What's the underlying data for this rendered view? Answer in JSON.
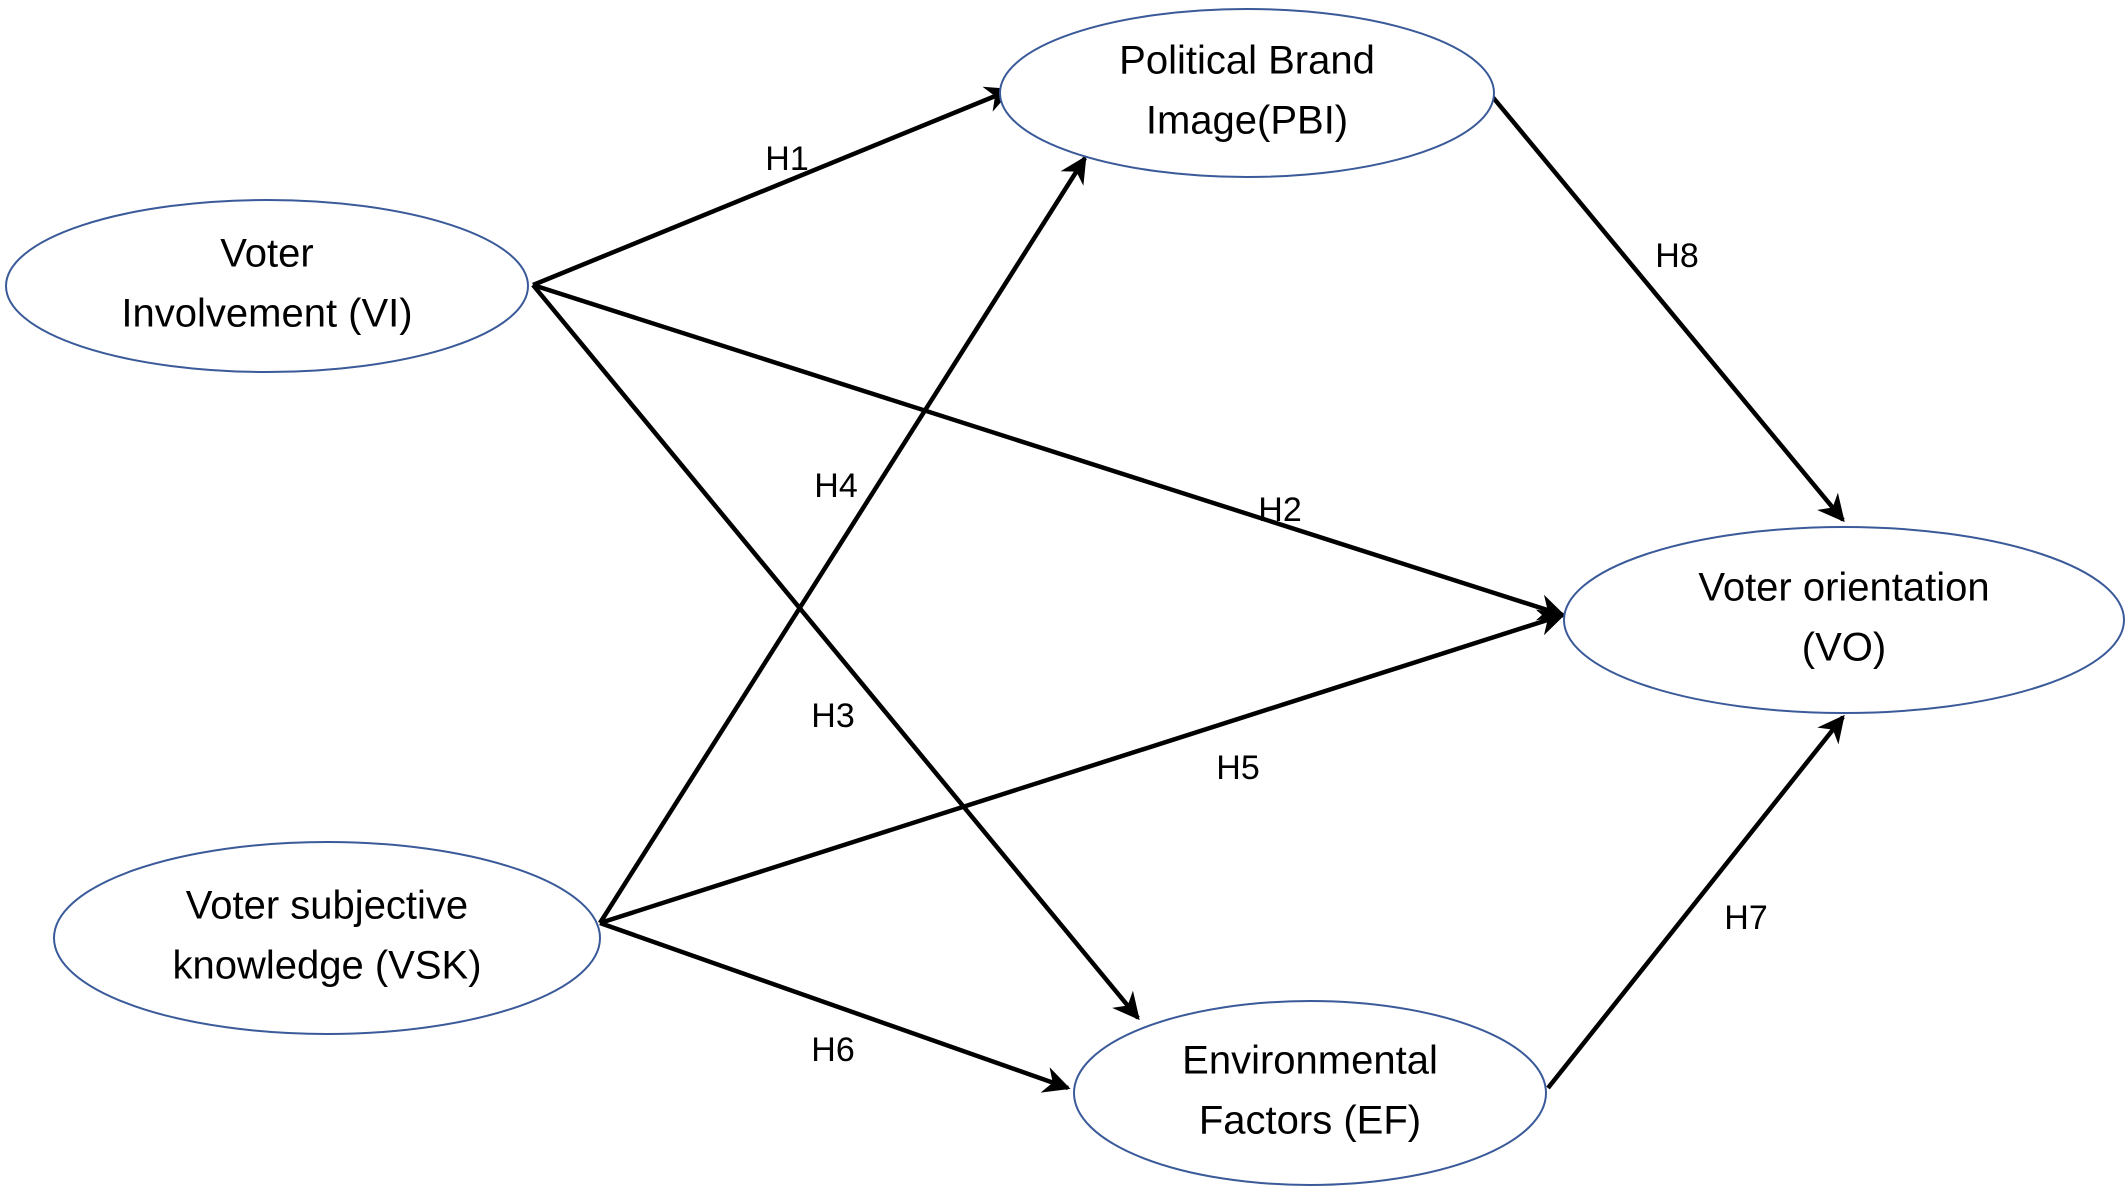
{
  "diagram": {
    "nodes": [
      {
        "id": "vi",
        "lines": [
          "Voter",
          "Involvement (VI)"
        ]
      },
      {
        "id": "vsk",
        "lines": [
          "Voter subjective",
          "knowledge (VSK)"
        ]
      },
      {
        "id": "pbi",
        "lines": [
          "Political Brand",
          "Image(PBI)"
        ]
      },
      {
        "id": "ef",
        "lines": [
          "Environmental",
          "Factors (EF)"
        ]
      },
      {
        "id": "vo",
        "lines": [
          "Voter orientation",
          "(VO)"
        ]
      }
    ],
    "edges": [
      {
        "id": "h1",
        "from": "vi",
        "to": "pbi",
        "label": "H1"
      },
      {
        "id": "h2",
        "from": "vi",
        "to": "vo",
        "label": "H2"
      },
      {
        "id": "h3",
        "from": "vi",
        "to": "ef",
        "label": "H3"
      },
      {
        "id": "h4",
        "from": "vsk",
        "to": "pbi",
        "label": "H4"
      },
      {
        "id": "h5",
        "from": "vsk",
        "to": "vo",
        "label": "H5"
      },
      {
        "id": "h6",
        "from": "vsk",
        "to": "ef",
        "label": "H6"
      },
      {
        "id": "h7",
        "from": "ef",
        "to": "vo",
        "label": "H7"
      },
      {
        "id": "h8",
        "from": "pbi",
        "to": "vo",
        "label": "H8"
      }
    ]
  }
}
